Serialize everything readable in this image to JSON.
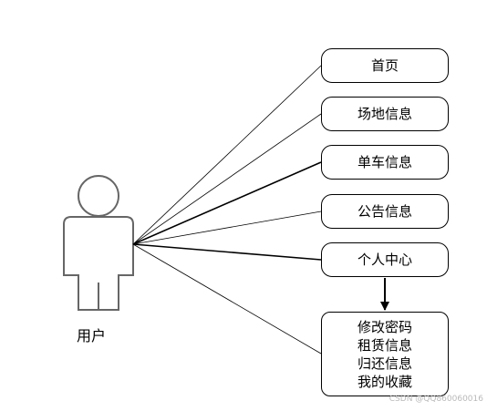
{
  "actor": {
    "label": "用户"
  },
  "boxes": [
    "首页",
    "场地信息",
    "单车信息",
    "公告信息",
    "个人中心"
  ],
  "sub_box": {
    "lines": [
      "修改密码",
      "租赁信息",
      "归还信息",
      "我的收藏"
    ]
  },
  "watermark": "CSDN @QQ860060016"
}
